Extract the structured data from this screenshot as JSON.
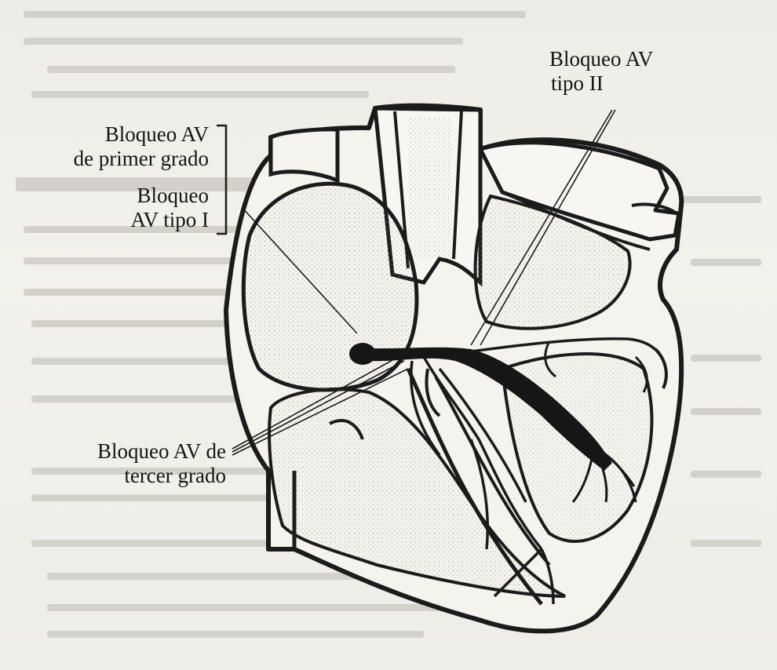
{
  "figure": {
    "labels": {
      "first_degree": [
        "Bloqueo AV",
        "de primer grado"
      ],
      "type_one": [
        "Bloqueo",
        "AV tipo I"
      ],
      "type_two": [
        "Bloqueo AV",
        "tipo II"
      ],
      "third_degree": [
        "Bloqueo AV de",
        "tercer grado"
      ]
    }
  },
  "colors": {
    "outline": "#1b1b1b",
    "conduction": "#161616",
    "paper": "#efeee9",
    "bleed_text": "#cfcdc6",
    "shading": "#c9c7c0"
  }
}
